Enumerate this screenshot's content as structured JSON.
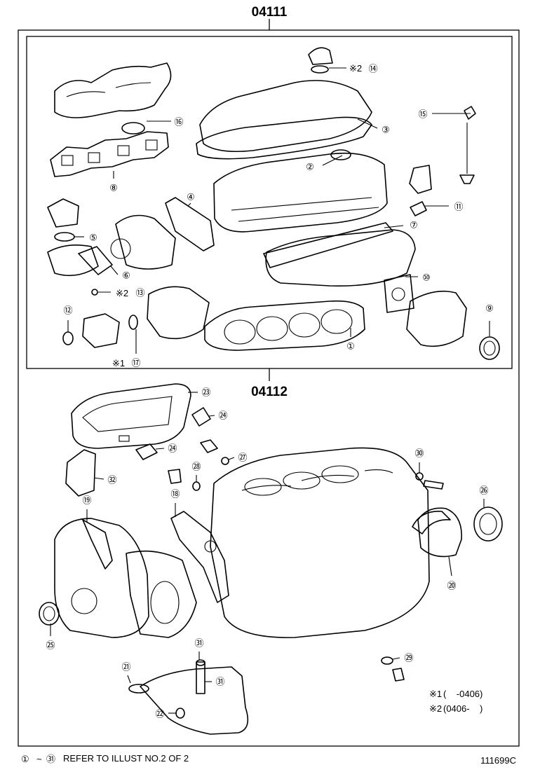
{
  "groups": [
    {
      "code": "04111"
    },
    {
      "code": "04112"
    }
  ],
  "callouts": [
    "①",
    "②",
    "③",
    "④",
    "⑤",
    "⑥",
    "⑦",
    "⑧",
    "⑨",
    "⑩",
    "⑪",
    "⑫",
    "⑬",
    "⑭",
    "⑮",
    "⑯",
    "⑰",
    "⑱",
    "⑲",
    "⑳",
    "㉑",
    "㉒",
    "㉓",
    "㉔",
    "㉕",
    "㉖",
    "㉗",
    "㉘",
    "㉙",
    "㉚",
    "㉛",
    "㉜"
  ],
  "marks": {
    "note1": "※1",
    "note2": "※2"
  },
  "legend": {
    "note1_mark": "※1",
    "note1_range": "(    -0406)",
    "note2_mark": "※2",
    "note2_range": "(0406-    )"
  },
  "footer": {
    "refer_start": "①",
    "tilde": "~",
    "refer_end": "㉛",
    "refer_text": "REFER TO ILLUST NO.2 OF 2",
    "illustration_number": "111699C"
  }
}
